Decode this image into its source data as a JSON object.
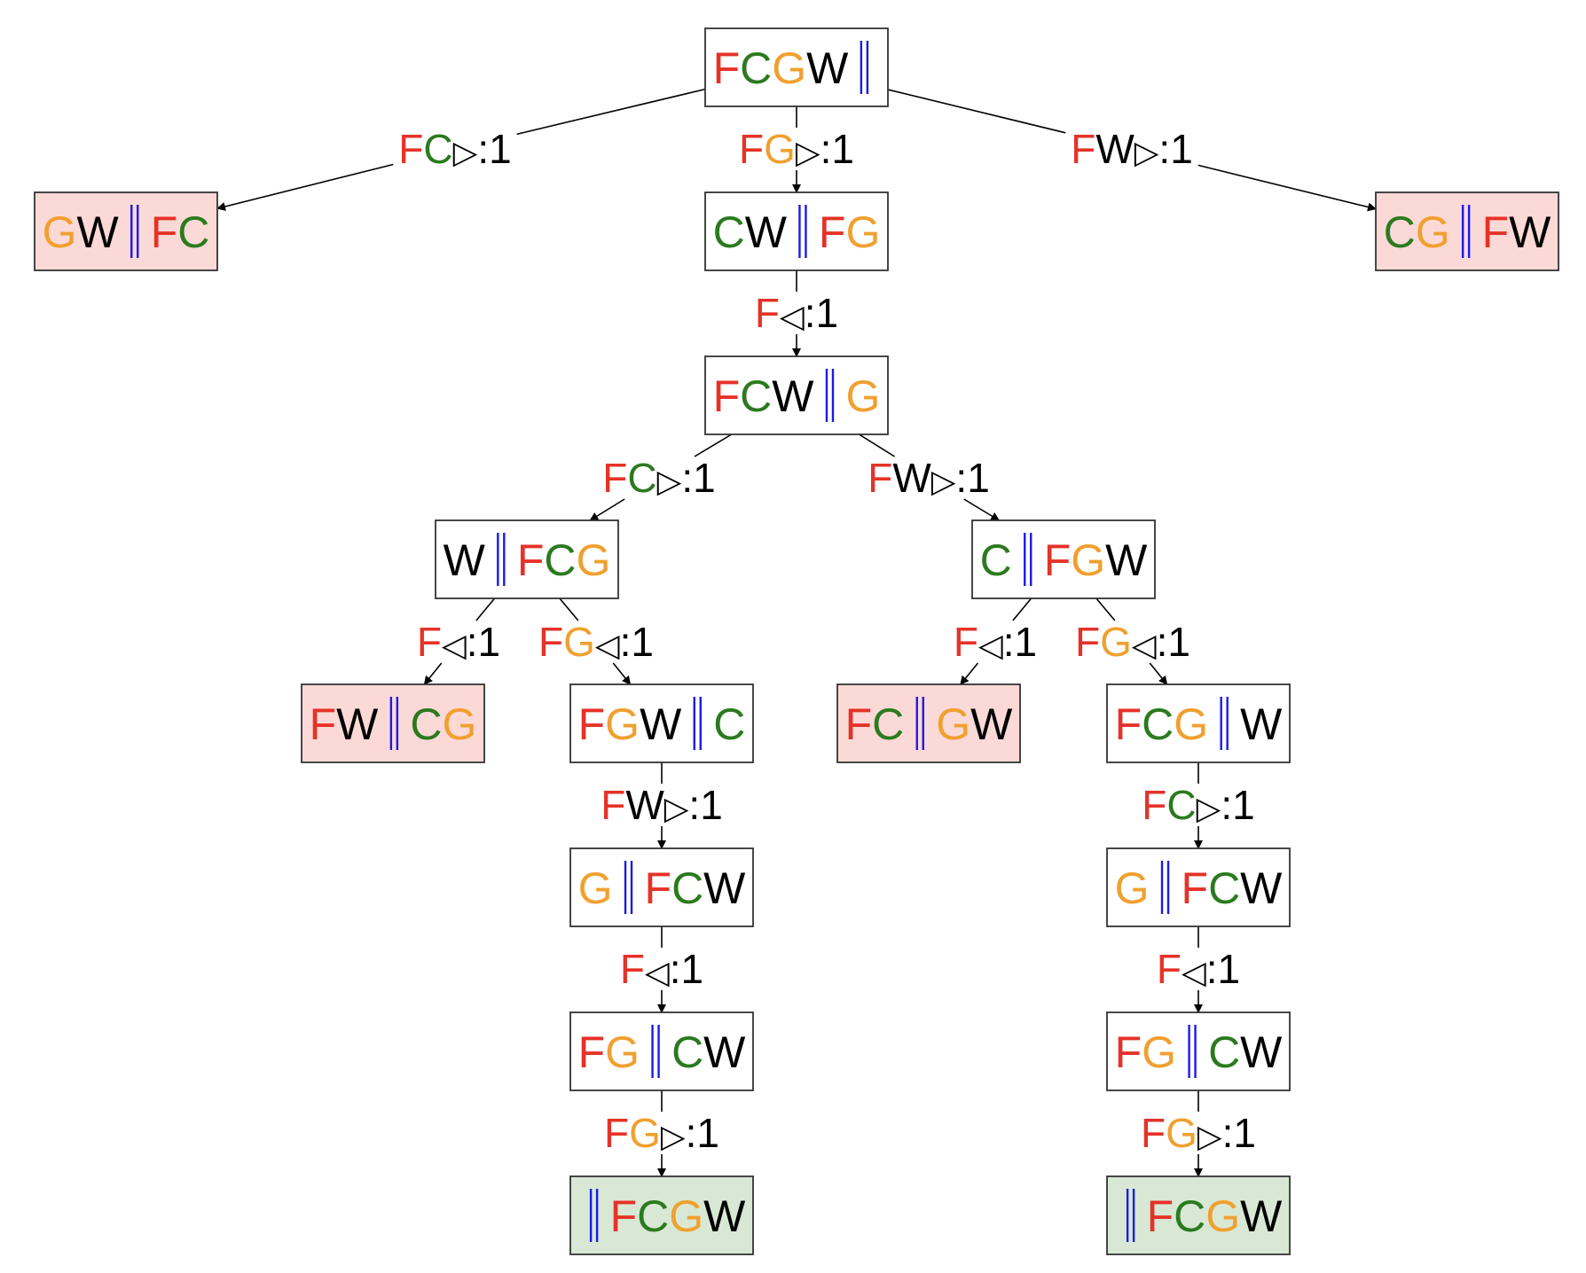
{
  "colors": {
    "F": "#e53228",
    "C": "#2b7a1f",
    "G": "#f0a030",
    "W": "#000000",
    "bank": "#1a1ae6",
    "fail_fill": "#fbd9d6",
    "goal_fill": "#d8e8d4",
    "normal_fill": "#ffffff"
  },
  "icons": {
    "cross_right": "triangle-right-icon",
    "cross_left": "triangle-left-icon",
    "river_bank": "double-bar-icon"
  },
  "nodes": [
    {
      "id": "n0",
      "left": "FCGW",
      "right": "",
      "status": "normal"
    },
    {
      "id": "n1",
      "left": "GW",
      "right": "FC",
      "status": "fail"
    },
    {
      "id": "n2",
      "left": "CW",
      "right": "FG",
      "status": "normal"
    },
    {
      "id": "n3",
      "left": "CG",
      "right": "FW",
      "status": "fail"
    },
    {
      "id": "n4",
      "left": "FCW",
      "right": "G",
      "status": "normal"
    },
    {
      "id": "n5",
      "left": "W",
      "right": "FCG",
      "status": "normal"
    },
    {
      "id": "n6",
      "left": "C",
      "right": "FGW",
      "status": "normal"
    },
    {
      "id": "n7",
      "left": "FW",
      "right": "CG",
      "status": "fail"
    },
    {
      "id": "n8",
      "left": "FGW",
      "right": "C",
      "status": "normal"
    },
    {
      "id": "n9",
      "left": "FC",
      "right": "GW",
      "status": "fail"
    },
    {
      "id": "n10",
      "left": "FCG",
      "right": "W",
      "status": "normal"
    },
    {
      "id": "n11",
      "left": "G",
      "right": "FCW",
      "status": "normal"
    },
    {
      "id": "n12",
      "left": "G",
      "right": "FCW",
      "status": "normal"
    },
    {
      "id": "n13",
      "left": "FG",
      "right": "CW",
      "status": "normal"
    },
    {
      "id": "n14",
      "left": "FG",
      "right": "CW",
      "status": "normal"
    },
    {
      "id": "n15",
      "left": "",
      "right": "FCGW",
      "status": "goal"
    },
    {
      "id": "n16",
      "left": "",
      "right": "FCGW",
      "status": "goal"
    }
  ],
  "edges": [
    {
      "from": "n0",
      "to": "n1",
      "movers": "FC",
      "direction": "right",
      "cost": ":1"
    },
    {
      "from": "n0",
      "to": "n2",
      "movers": "FG",
      "direction": "right",
      "cost": ":1"
    },
    {
      "from": "n0",
      "to": "n3",
      "movers": "FW",
      "direction": "right",
      "cost": ":1"
    },
    {
      "from": "n2",
      "to": "n4",
      "movers": "F",
      "direction": "left",
      "cost": ":1"
    },
    {
      "from": "n4",
      "to": "n5",
      "movers": "FC",
      "direction": "right",
      "cost": ":1"
    },
    {
      "from": "n4",
      "to": "n6",
      "movers": "FW",
      "direction": "right",
      "cost": ":1"
    },
    {
      "from": "n5",
      "to": "n7",
      "movers": "F",
      "direction": "left",
      "cost": ":1"
    },
    {
      "from": "n5",
      "to": "n8",
      "movers": "FG",
      "direction": "left",
      "cost": ":1"
    },
    {
      "from": "n6",
      "to": "n9",
      "movers": "F",
      "direction": "left",
      "cost": ":1"
    },
    {
      "from": "n6",
      "to": "n10",
      "movers": "FG",
      "direction": "left",
      "cost": ":1"
    },
    {
      "from": "n8",
      "to": "n11",
      "movers": "FW",
      "direction": "right",
      "cost": ":1"
    },
    {
      "from": "n10",
      "to": "n12",
      "movers": "FC",
      "direction": "right",
      "cost": ":1"
    },
    {
      "from": "n11",
      "to": "n13",
      "movers": "F",
      "direction": "left",
      "cost": ":1"
    },
    {
      "from": "n12",
      "to": "n14",
      "movers": "F",
      "direction": "left",
      "cost": ":1"
    },
    {
      "from": "n13",
      "to": "n15",
      "movers": "FG",
      "direction": "right",
      "cost": ":1"
    },
    {
      "from": "n14",
      "to": "n16",
      "movers": "FG",
      "direction": "right",
      "cost": ":1"
    }
  ]
}
